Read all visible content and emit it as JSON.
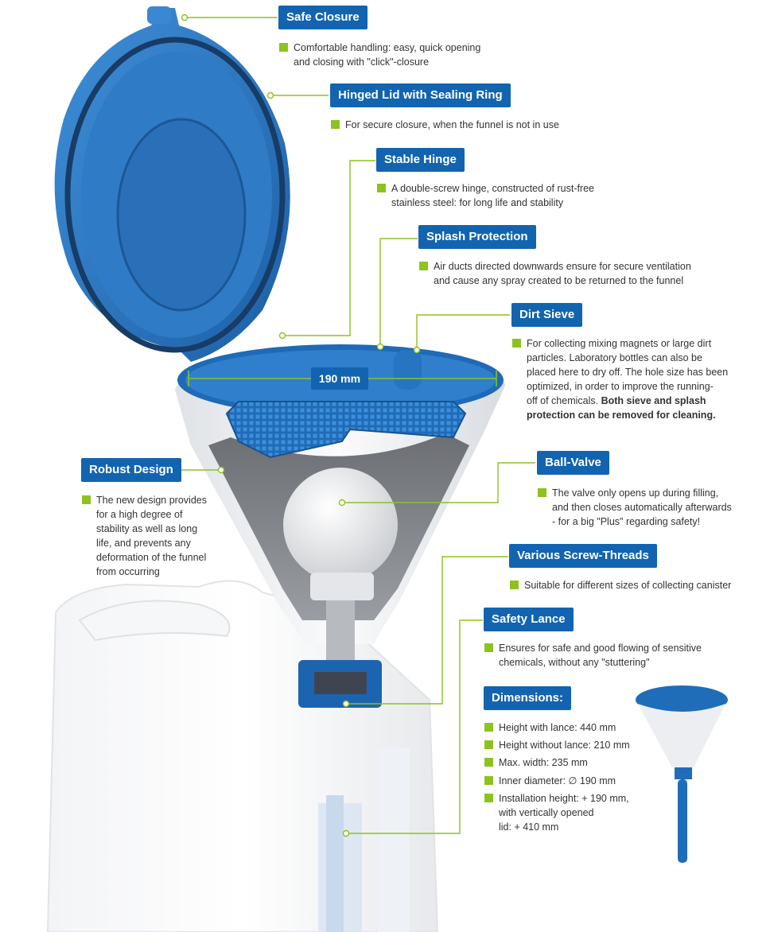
{
  "labels": {
    "safe_closure": "Safe Closure",
    "hinged_lid": "Hinged Lid with Sealing Ring",
    "stable_hinge": "Stable Hinge",
    "splash_protection": "Splash Protection",
    "dirt_sieve": "Dirt Sieve",
    "robust_design": "Robust Design",
    "ball_valve": "Ball-Valve",
    "screw_threads": "Various Screw-Threads",
    "safety_lance": "Safety Lance",
    "dimensions": "Dimensions:"
  },
  "descriptions": {
    "safe_closure": [
      "Comfortable handling: easy, quick opening",
      "and closing with \"click\"-closure"
    ],
    "hinged_lid": [
      "For secure closure, when the funnel is not in use"
    ],
    "stable_hinge": [
      "A double-screw hinge, constructed of rust-free",
      "stainless steel: for long life and stability"
    ],
    "splash_protection": [
      "Air ducts directed downwards ensure for secure ventilation",
      "and cause any spray created to be returned to the funnel"
    ],
    "dirt_sieve": [
      "For collecting mixing magnets or large dirt",
      "particles. Laboratory bottles can also be",
      "placed here to dry off. The hole size has been",
      "optimized, in order to improve the running-",
      "off of chemicals."
    ],
    "dirt_sieve_bold": [
      "Both sieve and splash",
      "protection can be removed for cleaning."
    ],
    "robust_design": [
      "The new design provides",
      "for a high degree of",
      "stability as well as long",
      "life, and prevents any",
      "deformation of the funnel",
      "from occurring"
    ],
    "ball_valve": [
      "The valve only opens up during filling,",
      "and then closes automatically afterwards",
      "- for a big \"Plus\" regarding safety!"
    ],
    "screw_threads": [
      "Suitable for different sizes of collecting canister"
    ],
    "safety_lance": [
      "Ensures for safe and good flowing of sensitive",
      "chemicals, without any \"stuttering\""
    ]
  },
  "measure": "190 mm",
  "dimensions": [
    "Height with lance: 440 mm",
    "Height without lance: 210 mm",
    "Max. width: 235 mm",
    "Inner diameter: ∅ 190 mm",
    "Installation height: + 190 mm,",
    "with vertically opened",
    "lid: + 410 mm"
  ],
  "colors": {
    "brand_blue": "#1264b0",
    "bullet_green": "#8dc21f",
    "leader_green": "#8dc21f"
  }
}
